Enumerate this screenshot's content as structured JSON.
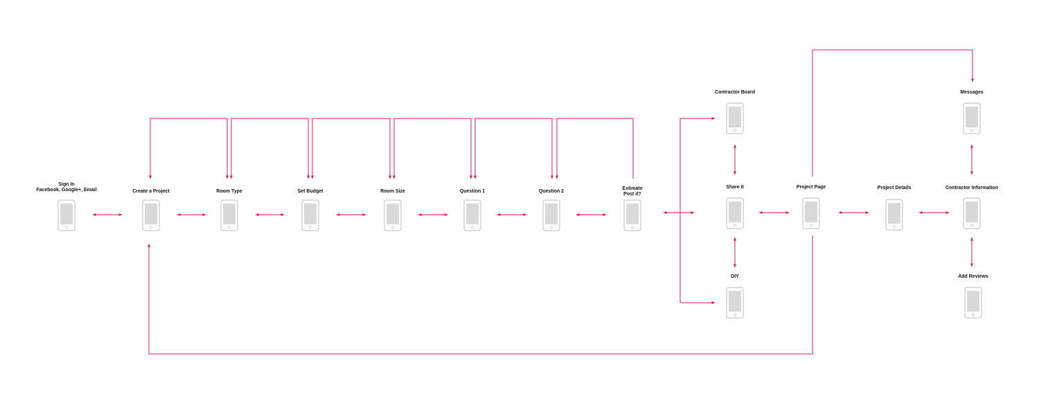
{
  "colors": {
    "arrow": "#e8175d",
    "phone_outline": "#c8c8c8",
    "phone_screen": "#d9d9d9",
    "label": "#111111"
  },
  "icon": "smartphone-icon",
  "screens": [
    {
      "id": "sign-in",
      "lines": [
        "Sign In",
        "Facebook, Google+, Email"
      ]
    },
    {
      "id": "create-project",
      "lines": [
        "Create a Project"
      ]
    },
    {
      "id": "room-type",
      "lines": [
        "Room Type"
      ]
    },
    {
      "id": "set-budget",
      "lines": [
        "Set Budget"
      ]
    },
    {
      "id": "room-size",
      "lines": [
        "Room Size"
      ]
    },
    {
      "id": "question-1",
      "lines": [
        "Question 1"
      ]
    },
    {
      "id": "question-2",
      "lines": [
        "Question 2"
      ]
    },
    {
      "id": "estimate",
      "lines": [
        "Estimate",
        "Post it?"
      ]
    },
    {
      "id": "contractor-board",
      "lines": [
        "Contractor Board"
      ]
    },
    {
      "id": "share-it",
      "lines": [
        "Share it"
      ]
    },
    {
      "id": "diy",
      "lines": [
        "DIY"
      ]
    },
    {
      "id": "project-page",
      "lines": [
        "Project Page"
      ]
    },
    {
      "id": "project-details",
      "lines": [
        "Project Details"
      ]
    },
    {
      "id": "messages",
      "lines": [
        "Messages"
      ]
    },
    {
      "id": "contractor-information",
      "lines": [
        "Contractor Information"
      ]
    },
    {
      "id": "add-reviews",
      "lines": [
        "Add Reviews"
      ]
    }
  ]
}
